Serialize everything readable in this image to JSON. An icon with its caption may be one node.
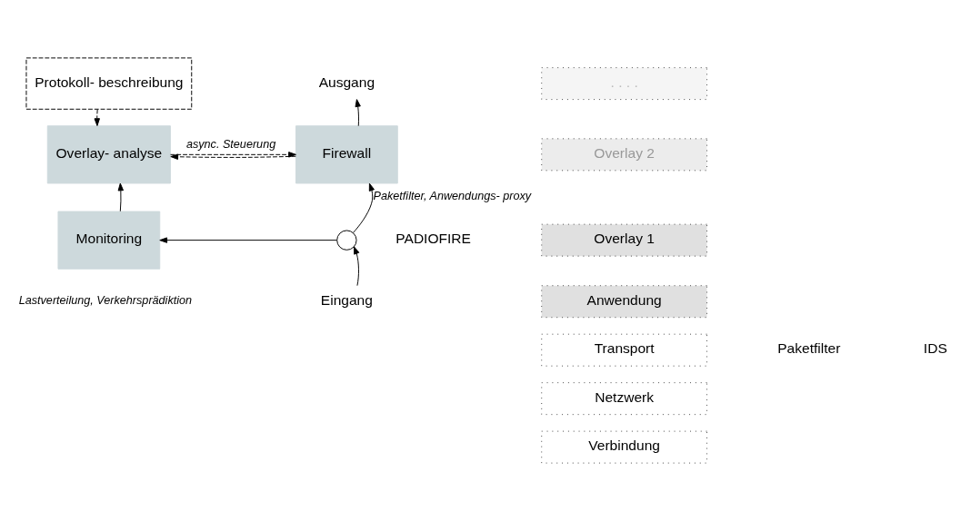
{
  "diagram": {
    "nodes": [
      {
        "text": [
          "Protokoll- beschreibung"
        ]
      },
      {
        "text": [
          "Overlay- analyse"
        ]
      },
      {
        "text": [
          "Firewall"
        ]
      },
      {
        "text": [
          "Monitoring"
        ],
        "beside": [
          "Lastverteilung, Verkehrsprädiktion"
        ]
      },
      {
        "text": [],
        "shape": "circle"
      },
      {
        "text": [
          "Ausgang"
        ]
      },
      {
        "text": [
          "Eingang"
        ]
      },
      {
        "text": [
          ". . . ."
        ]
      },
      {
        "text": [
          "Overlay 2"
        ]
      },
      {
        "text": [
          "Overlay 1"
        ]
      },
      {
        "text": [
          "Anwendung"
        ]
      },
      {
        "text": [
          "Transport"
        ]
      },
      {
        "text": [
          "Netzwerk"
        ]
      },
      {
        "text": [
          "Verbindung"
        ]
      }
    ],
    "edges": [
      {
        "from": 0,
        "to": 1,
        "arrow": "to",
        "style": "dashed"
      },
      {
        "from": 1,
        "to": 2,
        "arrow": "to",
        "style": "dashed",
        "label": "async. Steuerung"
      },
      {
        "from": 2,
        "to": 1,
        "arrow": "to",
        "style": "dashed"
      },
      {
        "from": 3,
        "to": 1,
        "arrow": "to"
      },
      {
        "from": 4,
        "to": 3,
        "arrow": "to"
      },
      {
        "from": 4,
        "to": 2,
        "arrow": "to",
        "label": "Paketfilter, Anwendungs- proxy"
      },
      {
        "from": 2,
        "to": 5,
        "arrow": "to"
      },
      {
        "from": 6,
        "to": 4,
        "arrow": "to"
      }
    ],
    "labels": [
      "PADIOFIRE",
      "Paketfilter",
      "IDS"
    ]
  }
}
